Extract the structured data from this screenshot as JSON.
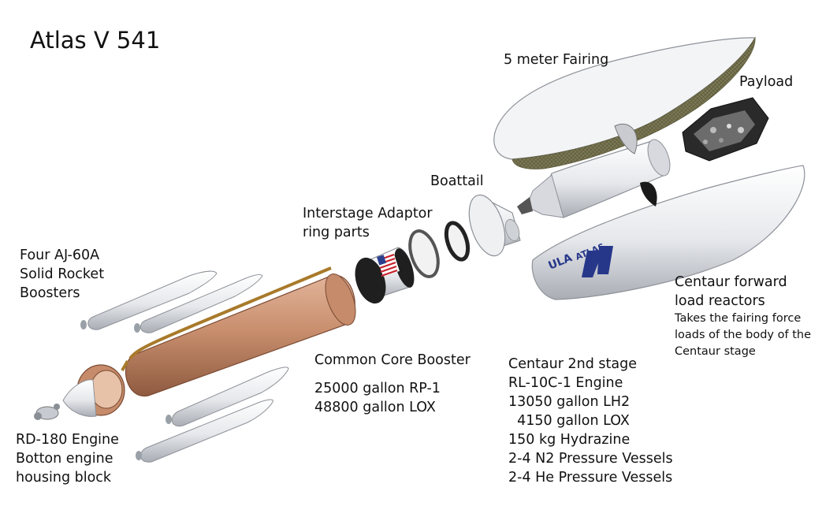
{
  "title": "Atlas V 541",
  "labels": {
    "fairing": "5 meter Fairing",
    "payload": "Payload",
    "boattail": "Boattail",
    "interstage": [
      "Interstage Adaptor",
      "ring parts"
    ],
    "boosters": [
      "Four AJ-60A",
      "Solid Rocket",
      "Boosters"
    ],
    "centaur_forward": [
      "Centaur forward",
      "load reactors"
    ],
    "centaur_forward_note": [
      "Takes the fairing force",
      "loads of the body of the",
      "Centaur stage"
    ],
    "common_core": "Common Core Booster",
    "common_core_specs": [
      "25000 gallon RP-1",
      "48800 gallon LOX"
    ],
    "centaur_stage": [
      "Centaur 2nd stage",
      "RL-10C-1 Engine",
      "13050 gallon LH2",
      "  4150 gallon LOX",
      "150 kg Hydrazine",
      "2-4 N2 Pressure Vessels",
      "2-4 He Pressure Vessels"
    ],
    "rd180": [
      "RD-180 Engine",
      "Botton engine",
      "housing block"
    ]
  },
  "logos": {
    "ula": "ULA",
    "atlas": "ATLAS"
  },
  "colors": {
    "core": "#c98f6e",
    "fairing": "#f1f2f4",
    "composite": "#7c7a55",
    "logo_blue": "#26378a",
    "flag_red": "#c8202a",
    "flag_blue": "#2b3f8c"
  }
}
